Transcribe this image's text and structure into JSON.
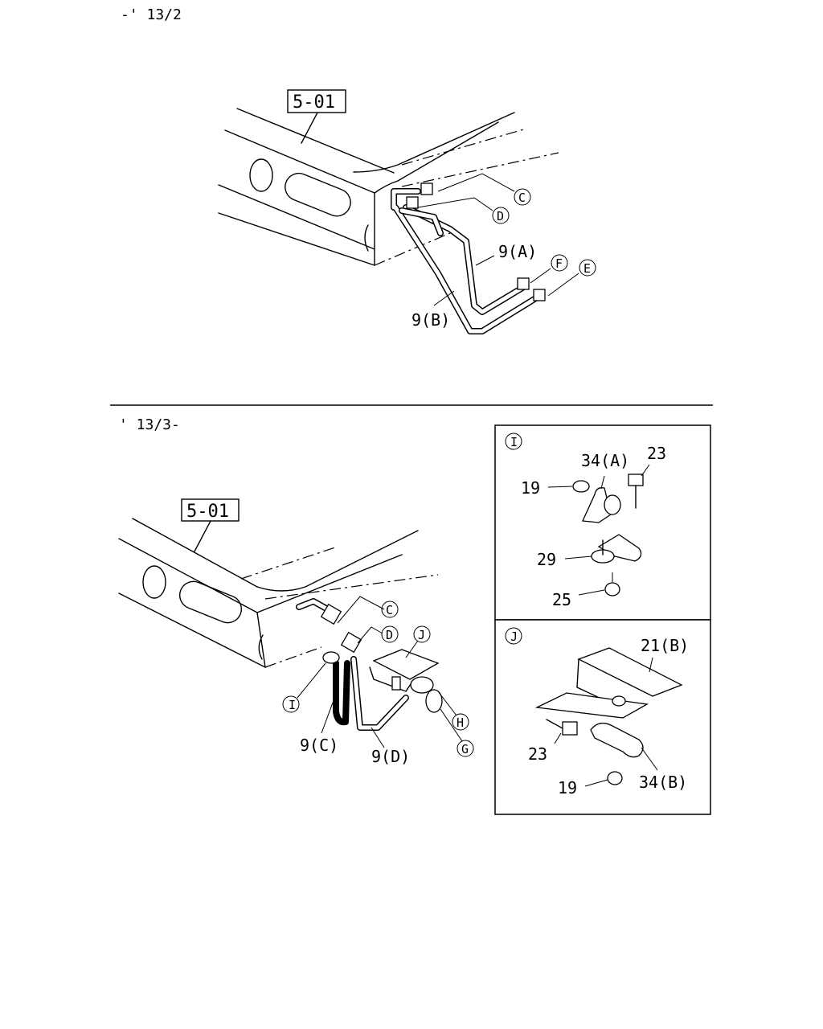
{
  "top_section": {
    "range_label": "-' 13/2",
    "ref_box": "5-01",
    "callouts": {
      "c": "C",
      "d": "D",
      "e": "E",
      "f": "F"
    },
    "parts": {
      "pipe_a": "9(A)",
      "pipe_b": "9(B)"
    }
  },
  "bottom_section": {
    "range_label": "' 13/3-",
    "ref_box": "5-01",
    "callouts": {
      "c": "C",
      "d": "D",
      "g": "G",
      "h": "H",
      "i": "I",
      "j": "J"
    },
    "parts": {
      "pipe_c": "9(C)",
      "pipe_d": "9(D)"
    }
  },
  "detail_i": {
    "badge": "I",
    "parts": {
      "clip_a": "34(A)",
      "bolt": "23",
      "nut_top": "19",
      "stud": "29",
      "nut_bottom": "25"
    }
  },
  "detail_j": {
    "badge": "J",
    "parts": {
      "bracket": "21(B)",
      "bolt": "23",
      "clip_b": "34(B)",
      "nut": "19"
    }
  }
}
